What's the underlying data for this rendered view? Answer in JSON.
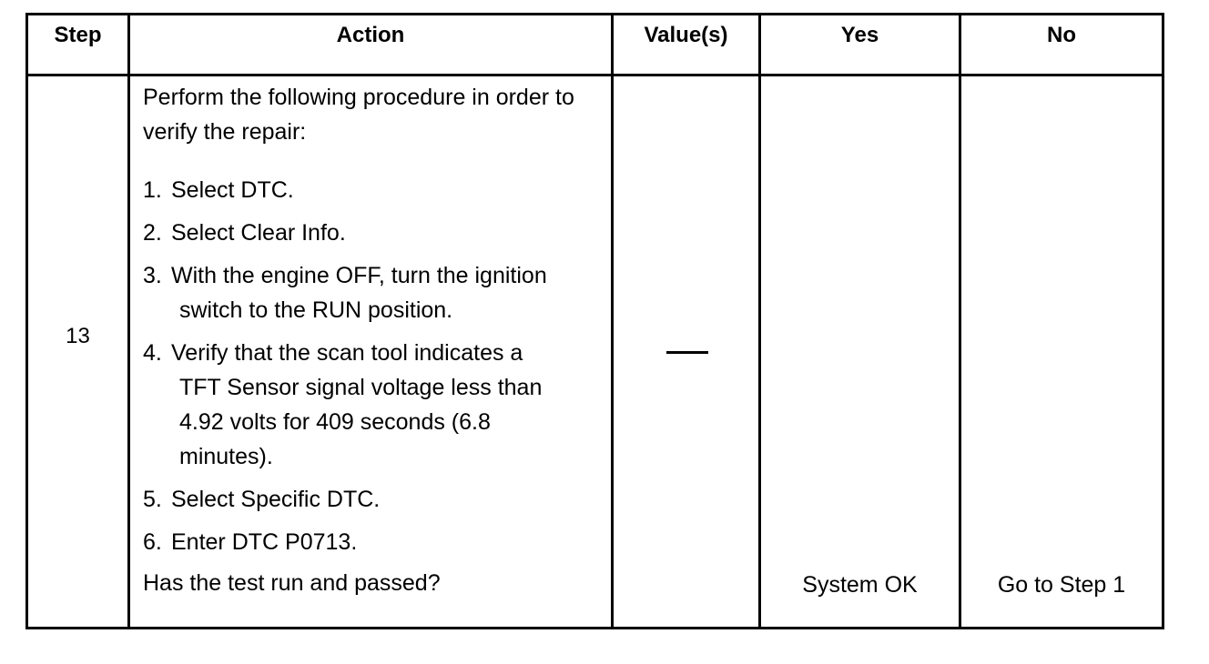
{
  "table": {
    "headers": {
      "step": "Step",
      "action": "Action",
      "values": "Value(s)",
      "yes": "Yes",
      "no": "No"
    },
    "row": {
      "step": "13",
      "intro": "Perform the following procedure in order to verify the repair:",
      "items": [
        {
          "num": "1.",
          "text": "Select DTC."
        },
        {
          "num": "2.",
          "text": "Select Clear Info."
        },
        {
          "num": "3.",
          "text": "With the engine OFF, turn the ignition switch to the RUN position."
        },
        {
          "num": "4.",
          "text": "Verify that the scan tool indicates a TFT Sensor signal voltage less than 4.92 volts for 409 seconds (6.8 minutes)."
        },
        {
          "num": "5.",
          "text": "Select Specific DTC."
        },
        {
          "num": "6.",
          "text": "Enter DTC P0713."
        }
      ],
      "question": "Has the test run and passed?",
      "value": "—",
      "yes": "System OK",
      "no": "Go to Step 1"
    }
  }
}
